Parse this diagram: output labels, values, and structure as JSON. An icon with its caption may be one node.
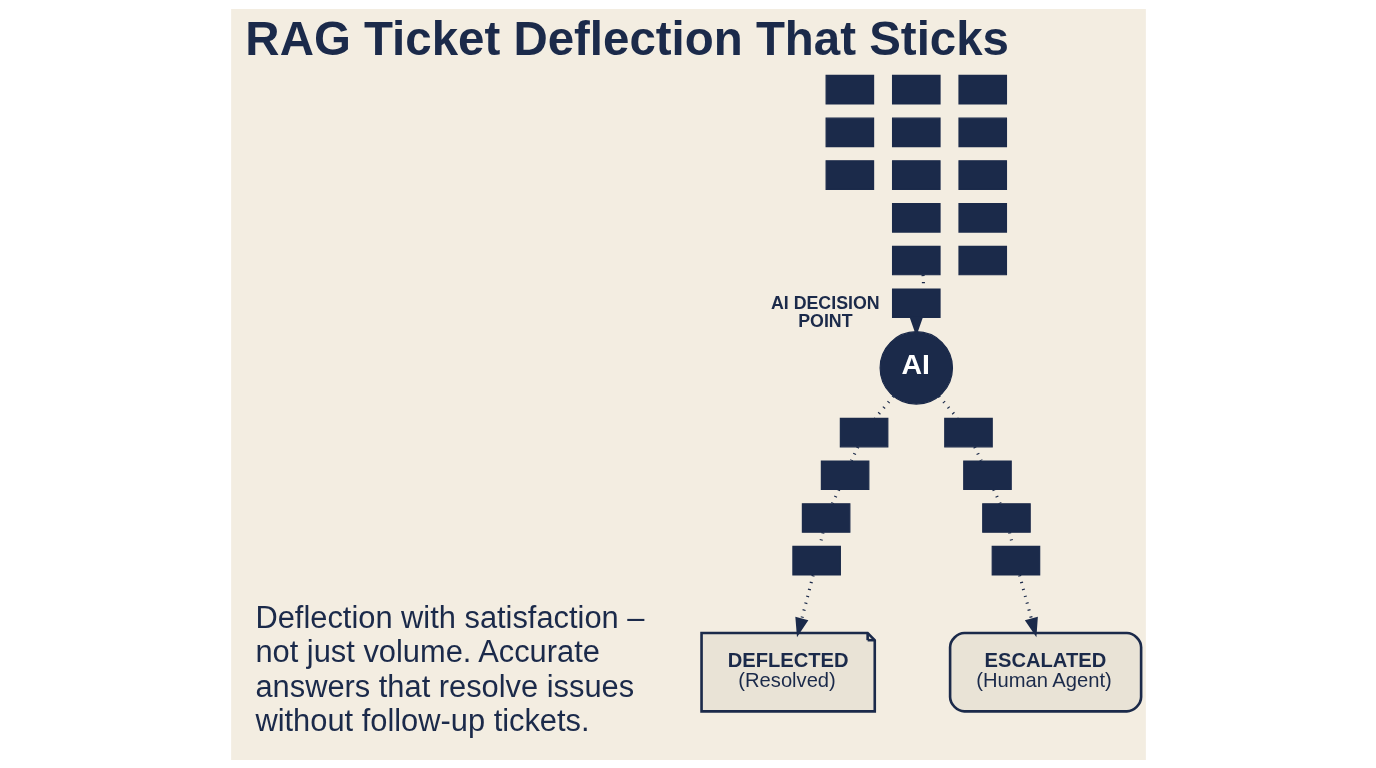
{
  "diagram": {
    "title": "RAG Ticket Deflection That Sticks",
    "nodes": [
      {
        "text": [],
        "shape": "envelope"
      },
      {
        "text": [],
        "shape": "envelope"
      },
      {
        "text": [],
        "shape": "envelope"
      },
      {
        "text": [],
        "shape": "envelope"
      },
      {
        "text": [],
        "shape": "envelope"
      },
      {
        "text": [],
        "shape": "envelope"
      },
      {
        "text": [],
        "shape": "envelope"
      },
      {
        "text": [],
        "shape": "envelope"
      },
      {
        "text": [],
        "shape": "envelope"
      },
      {
        "text": [],
        "shape": "envelope"
      },
      {
        "text": [],
        "shape": "envelope"
      },
      {
        "text": [],
        "shape": "envelope"
      },
      {
        "text": [],
        "shape": "envelope"
      },
      {
        "text": [],
        "shape": "envelope"
      },
      {
        "text": [
          "AI"
        ],
        "beside": [
          "AI DECISION POINT"
        ]
      },
      {
        "text": [],
        "shape": "envelope"
      },
      {
        "text": [],
        "shape": "envelope"
      },
      {
        "text": [],
        "shape": "envelope"
      },
      {
        "text": [],
        "shape": "envelope"
      },
      {
        "text": [],
        "shape": "envelope"
      },
      {
        "text": [],
        "shape": "envelope"
      },
      {
        "text": [],
        "shape": "envelope"
      },
      {
        "text": [],
        "shape": "envelope"
      },
      {
        "text": [
          "DEFLECTED",
          "(Resolved)"
        ]
      },
      {
        "text": [
          "ESCALATED",
          "(Human Agent)"
        ]
      }
    ],
    "edges": [
      {
        "from": 11,
        "to": 13,
        "arrow": "none",
        "style": "dashed"
      },
      {
        "from": 13,
        "to": 14,
        "arrow": "to",
        "style": "dashed"
      },
      {
        "from": 14,
        "to": 15,
        "arrow": "none",
        "style": "dashed"
      },
      {
        "from": 15,
        "to": 17,
        "arrow": "none",
        "style": "dashed"
      },
      {
        "from": 17,
        "to": 19,
        "arrow": "none",
        "style": "dashed"
      },
      {
        "from": 19,
        "to": 21,
        "arrow": "none",
        "style": "dashed"
      },
      {
        "from": 21,
        "to": 23,
        "arrow": "to",
        "style": "dashed"
      },
      {
        "from": 14,
        "to": 16,
        "arrow": "none",
        "style": "dashed"
      },
      {
        "from": 16,
        "to": 18,
        "arrow": "none",
        "style": "dashed"
      },
      {
        "from": 18,
        "to": 20,
        "arrow": "none",
        "style": "dashed"
      },
      {
        "from": 20,
        "to": 22,
        "arrow": "none",
        "style": "dashed"
      },
      {
        "from": 22,
        "to": 24,
        "arrow": "to",
        "style": "dashed"
      }
    ],
    "labels": [
      "Deflection with satisfaction – not just volume. Accurate answers that resolve issues without follow-up tickets."
    ]
  }
}
